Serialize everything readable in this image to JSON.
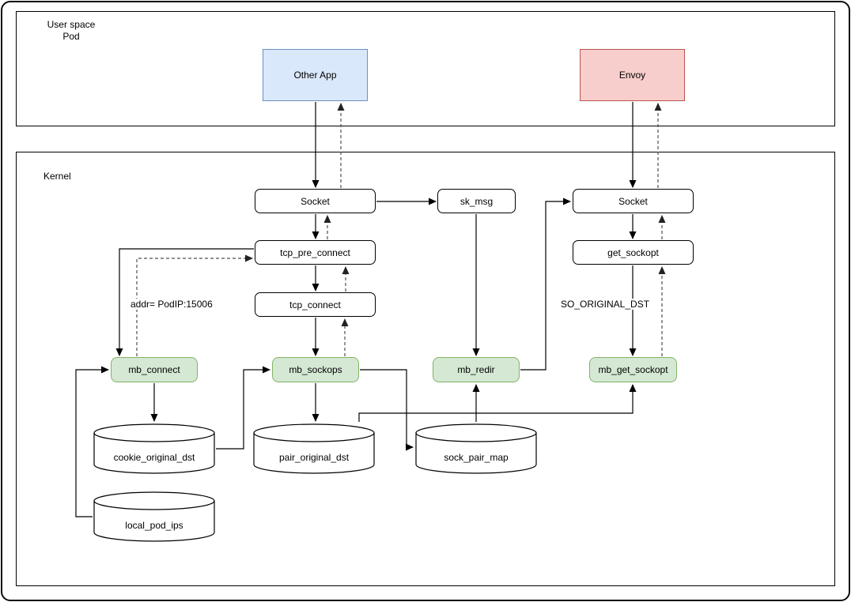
{
  "diagram": {
    "colors": {
      "app_fill": "#dae8fc",
      "app_border": "#6c8ebf",
      "envoy_fill": "#f8cecc",
      "envoy_border": "#b85450",
      "ebpf_fill": "#d5e8d4",
      "ebpf_border": "#82b366",
      "edge_solid": "#000000",
      "edge_dashed": "#4f4f4f"
    },
    "containers": {
      "user_space": {
        "line1": "User space",
        "line2": "Pod"
      },
      "kernel": {
        "label": "Kernel"
      }
    },
    "nodes": {
      "other_app": {
        "label": "Other App"
      },
      "envoy": {
        "label": "Envoy"
      },
      "socket_left": {
        "label": "Socket"
      },
      "sk_msg": {
        "label": "sk_msg"
      },
      "socket_right": {
        "label": "Socket"
      },
      "tcp_pre_connect": {
        "label": "tcp_pre_connect"
      },
      "get_sockopt": {
        "label": "get_sockopt"
      },
      "tcp_connect": {
        "label": "tcp_connect"
      },
      "mb_connect": {
        "label": "mb_connect"
      },
      "mb_sockops": {
        "label": "mb_sockops"
      },
      "mb_redir": {
        "label": "mb_redir"
      },
      "mb_get_sockopt": {
        "label": "mb_get_sockopt"
      },
      "cookie_original_dst": {
        "label": "cookie_original_dst"
      },
      "pair_original_dst": {
        "label": "pair_original_dst"
      },
      "sock_pair_map": {
        "label": "sock_pair_map"
      },
      "local_pod_ips": {
        "label": "local_pod_ips"
      }
    },
    "annotations": {
      "addr": "addr= PodIP:15006",
      "so_original_dst": "SO_ORIGINAL_DST"
    }
  }
}
